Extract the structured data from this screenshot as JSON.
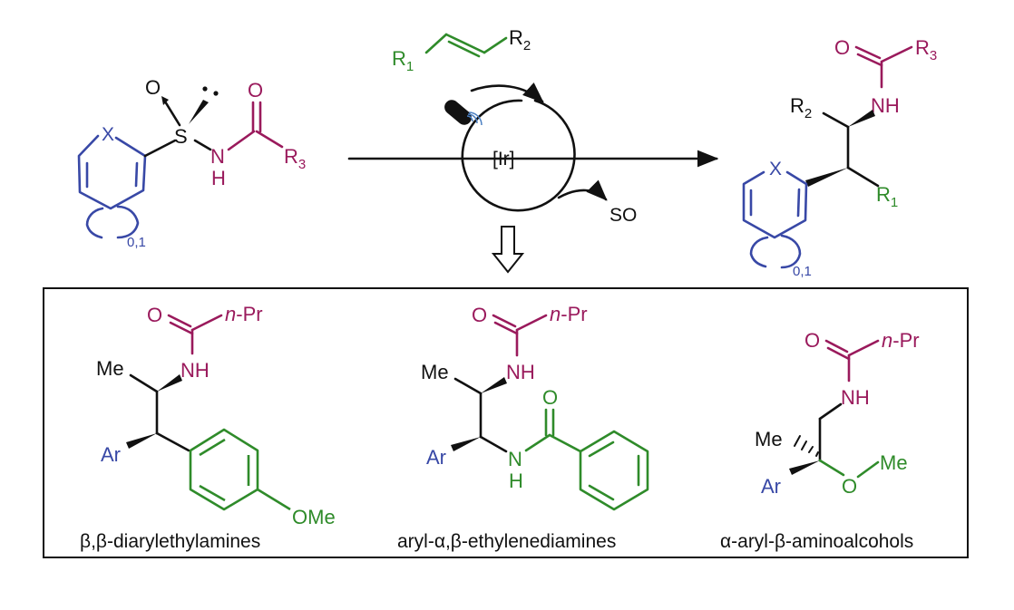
{
  "colors": {
    "black": "#111111",
    "purple": "#9a1a5c",
    "blue": "#3848a6",
    "green": "#2f8b2a",
    "icon_blue": "#4a7fc2"
  },
  "reactant": {
    "O": "O",
    "S": "S",
    "N": "N",
    "H": "H",
    "carbonyl_O": "O",
    "R": "R",
    "R_sub": "3",
    "X": "X",
    "ring_sub": "0,1"
  },
  "alkene": {
    "R1": "R",
    "R1_sub": "1",
    "R2": "R",
    "R2_sub": "2"
  },
  "cycle": {
    "catalyst": "[Ir]",
    "byproduct": "SO",
    "light_icon": "lamp-icon"
  },
  "product": {
    "carbonyl_O": "O",
    "R3": "R",
    "R3_sub": "3",
    "NH": "NH",
    "R2": "R",
    "R2_sub": "2",
    "R1": "R",
    "R1_sub": "1",
    "X": "X",
    "ring_sub": "0,1"
  },
  "examples": [
    {
      "O": "O",
      "nPr_n": "n",
      "nPr_rest": "-Pr",
      "NH": "NH",
      "Me": "Me",
      "Ar": "Ar",
      "OMe": "OMe",
      "caption": "β,β-diarylethylamines"
    },
    {
      "O": "O",
      "nPr_n": "n",
      "nPr_rest": "-Pr",
      "NH": "NH",
      "Me": "Me",
      "Ar": "Ar",
      "amide_O": "O",
      "N": "N",
      "H": "H",
      "caption": "aryl-α,β-ethylenediamines"
    },
    {
      "O": "O",
      "nPr_n": "n",
      "nPr_rest": "-Pr",
      "NH": "NH",
      "Me": "Me",
      "Ar": "Ar",
      "ether_O": "O",
      "ether_Me": "Me",
      "caption": "α-aryl-β-aminoalcohols"
    }
  ]
}
